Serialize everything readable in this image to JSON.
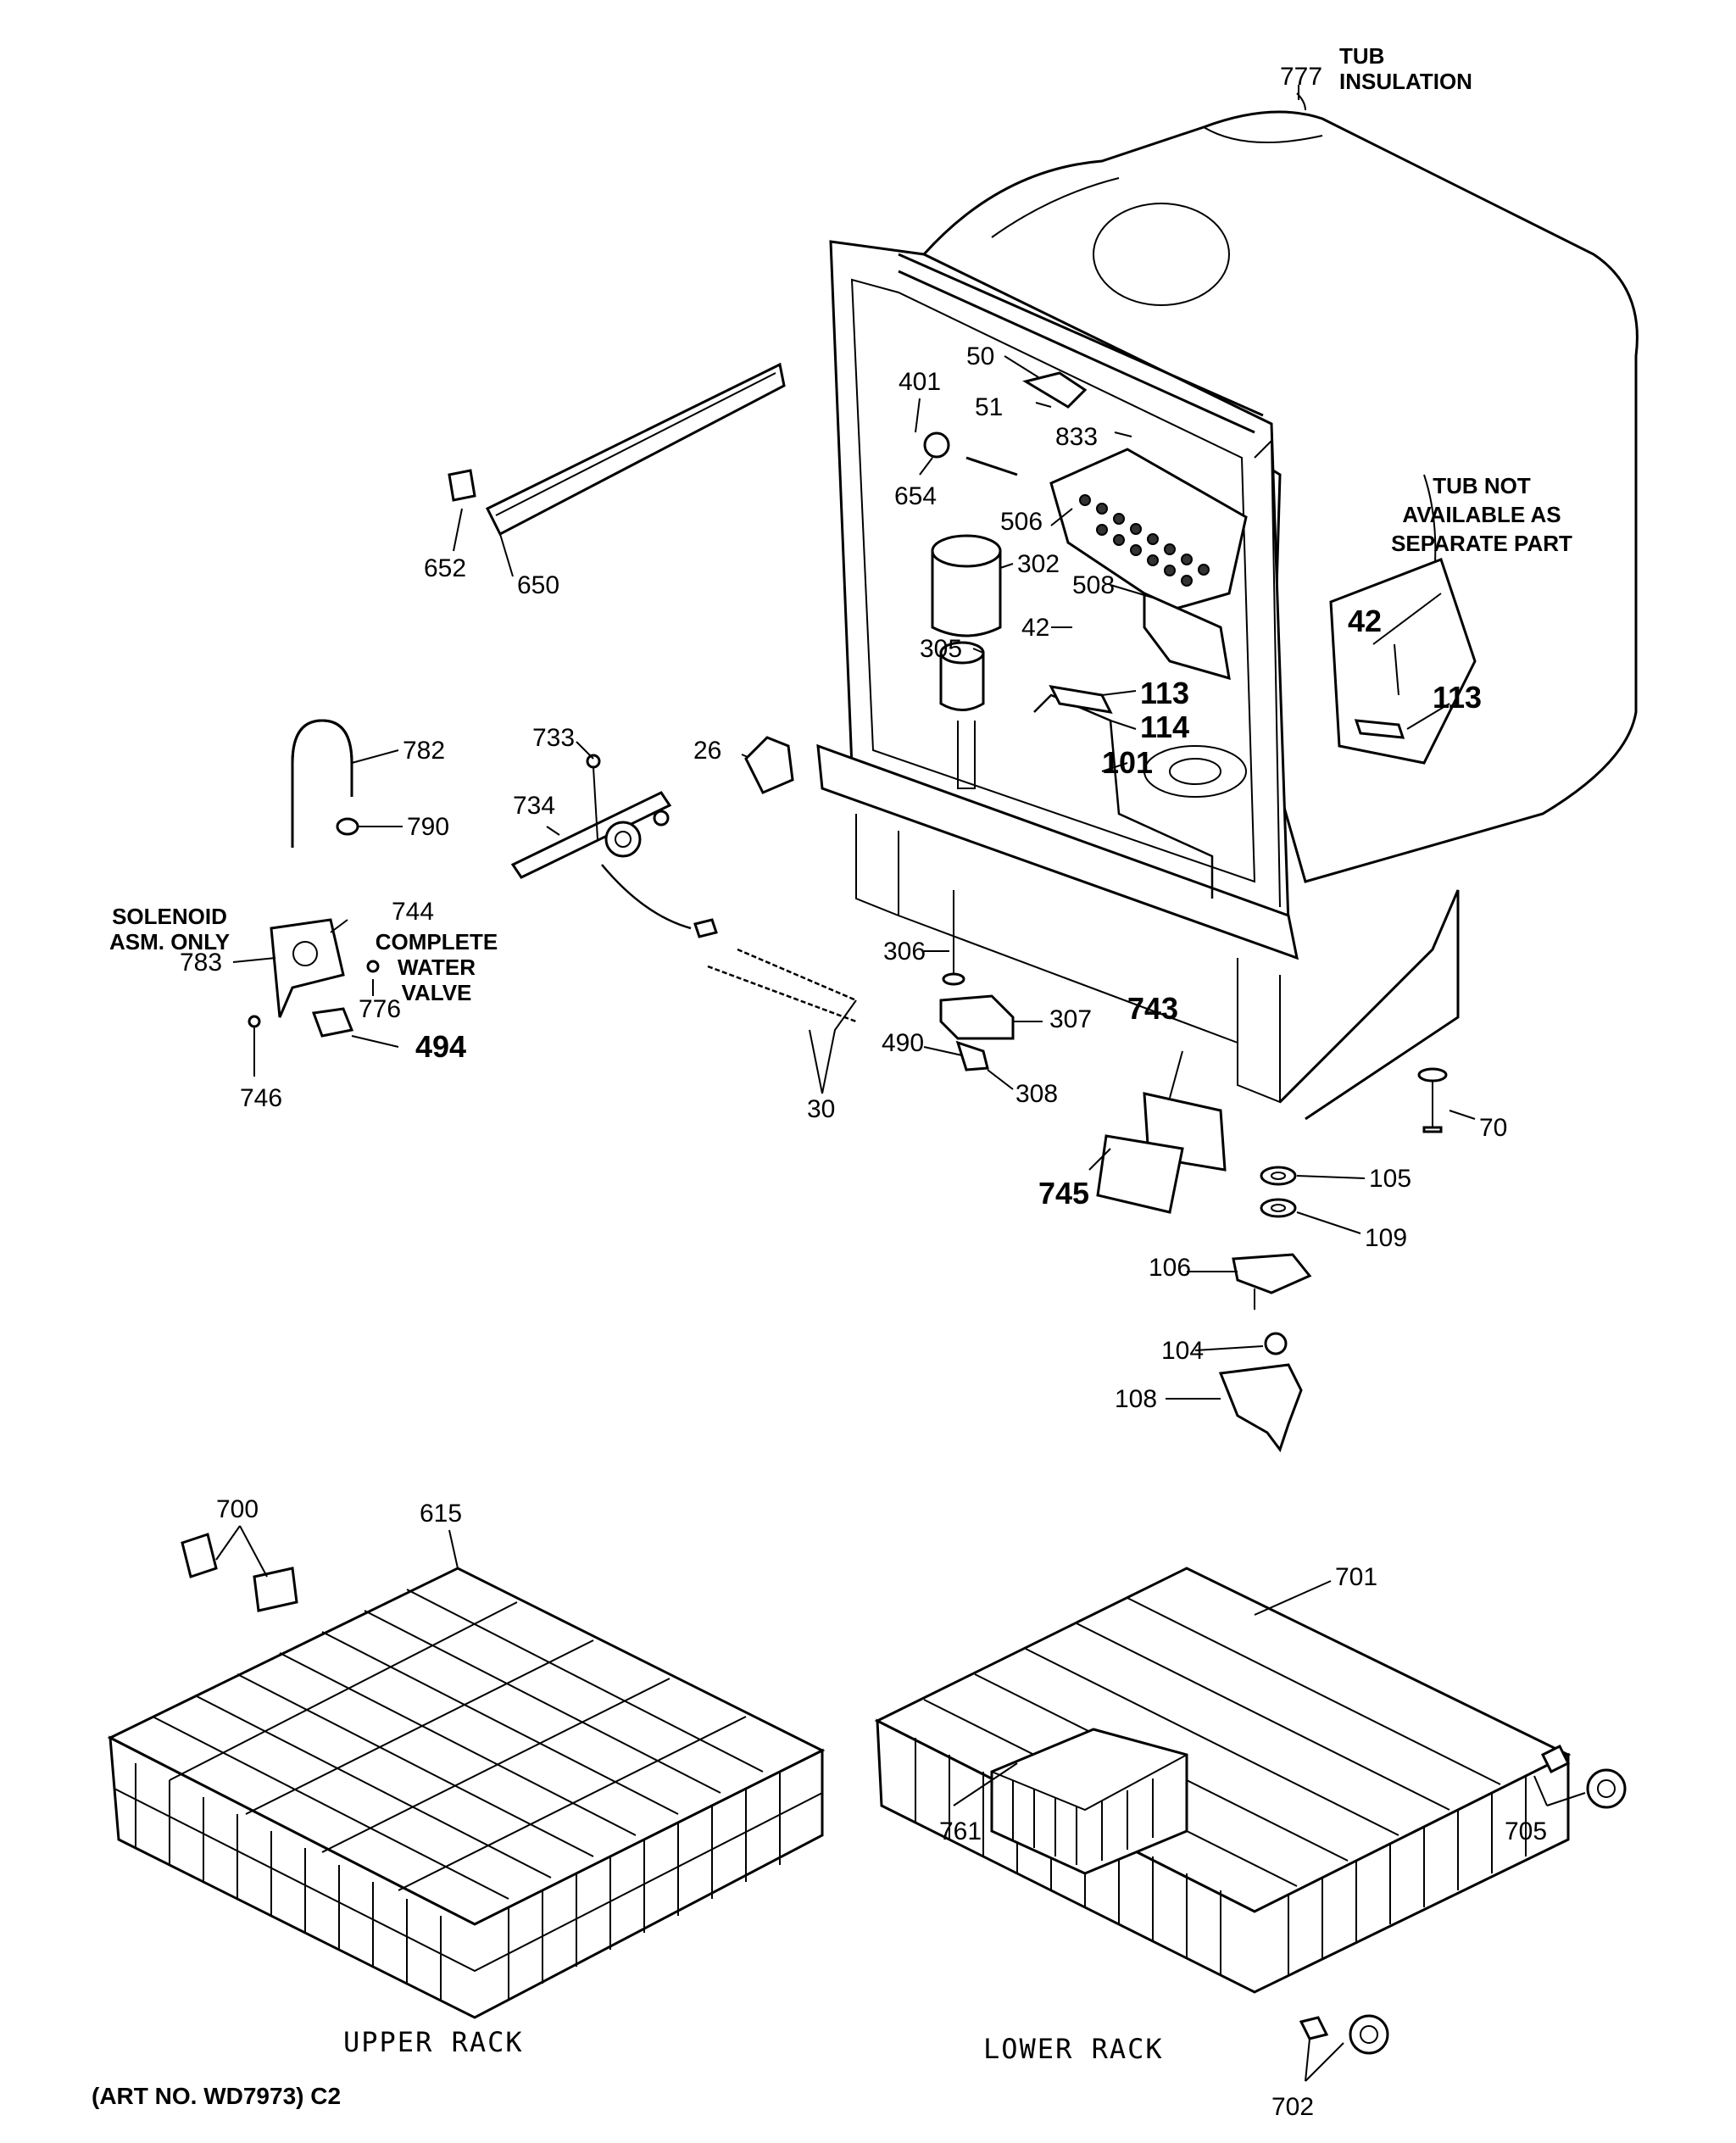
{
  "labels": {
    "p777": "777",
    "tub_insulation_1": "TUB",
    "tub_insulation_2": "INSULATION",
    "p50": "50",
    "p401": "401",
    "p51": "51",
    "p833": "833",
    "p654": "654",
    "p506": "506",
    "p302": "302",
    "p508": "508",
    "p42a": "42",
    "p305": "305",
    "p113a": "113",
    "p114": "114",
    "p101": "101",
    "p26": "26",
    "p652": "652",
    "p650": "650",
    "tub_not_1": "TUB NOT",
    "tub_not_2": "AVAILABLE AS",
    "tub_not_3": "SEPARATE PART",
    "p42b": "42",
    "p113b": "113",
    "p782": "782",
    "p733": "733",
    "p790": "790",
    "p734": "734",
    "solenoid_1": "SOLENOID",
    "solenoid_2": "ASM. ONLY",
    "p744": "744",
    "complete_1": "COMPLETE",
    "complete_2": "WATER",
    "complete_3": "VALVE",
    "p783": "783",
    "p776": "776",
    "p494": "494",
    "p746": "746",
    "p306": "306",
    "p307": "307",
    "p490": "490",
    "p308": "308",
    "p30": "30",
    "p743": "743",
    "p745": "745",
    "p70": "70",
    "p105": "105",
    "p109": "109",
    "p106": "106",
    "p104": "104",
    "p108": "108",
    "p700": "700",
    "p615": "615",
    "p701": "701",
    "p761": "761",
    "p705": "705",
    "p702": "702",
    "upper_rack": "UPPER RACK",
    "lower_rack": "LOWER RACK",
    "art_no": "(ART NO. WD7973) C2"
  }
}
